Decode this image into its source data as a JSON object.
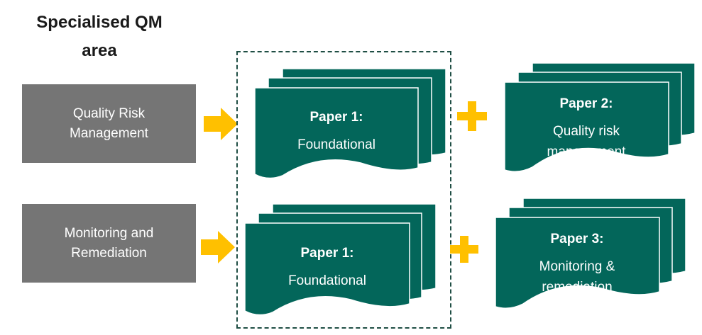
{
  "title_line1": "Specialised QM",
  "title_line2": "area",
  "areas": [
    {
      "line1": "Quality Risk",
      "line2": "Management"
    },
    {
      "line1": "Monitoring and",
      "line2": "Remediation"
    }
  ],
  "papers": {
    "p1_top": {
      "title": "Paper 1:",
      "line1": "Foundational",
      "line2": ""
    },
    "p2": {
      "title": "Paper 2:",
      "line1": "Quality risk",
      "line2": "management"
    },
    "p1_bottom": {
      "title": "Paper 1:",
      "line1": "Foundational",
      "line2": ""
    },
    "p3": {
      "title": "Paper 3:",
      "line1": "Monitoring &",
      "line2": "remediation"
    }
  },
  "colors": {
    "doc_fill": "#03665A",
    "doc_stroke": "#ffffff",
    "area_fill": "#757575",
    "accent": "#FFC000",
    "dashed_border": "#1f4e44"
  }
}
